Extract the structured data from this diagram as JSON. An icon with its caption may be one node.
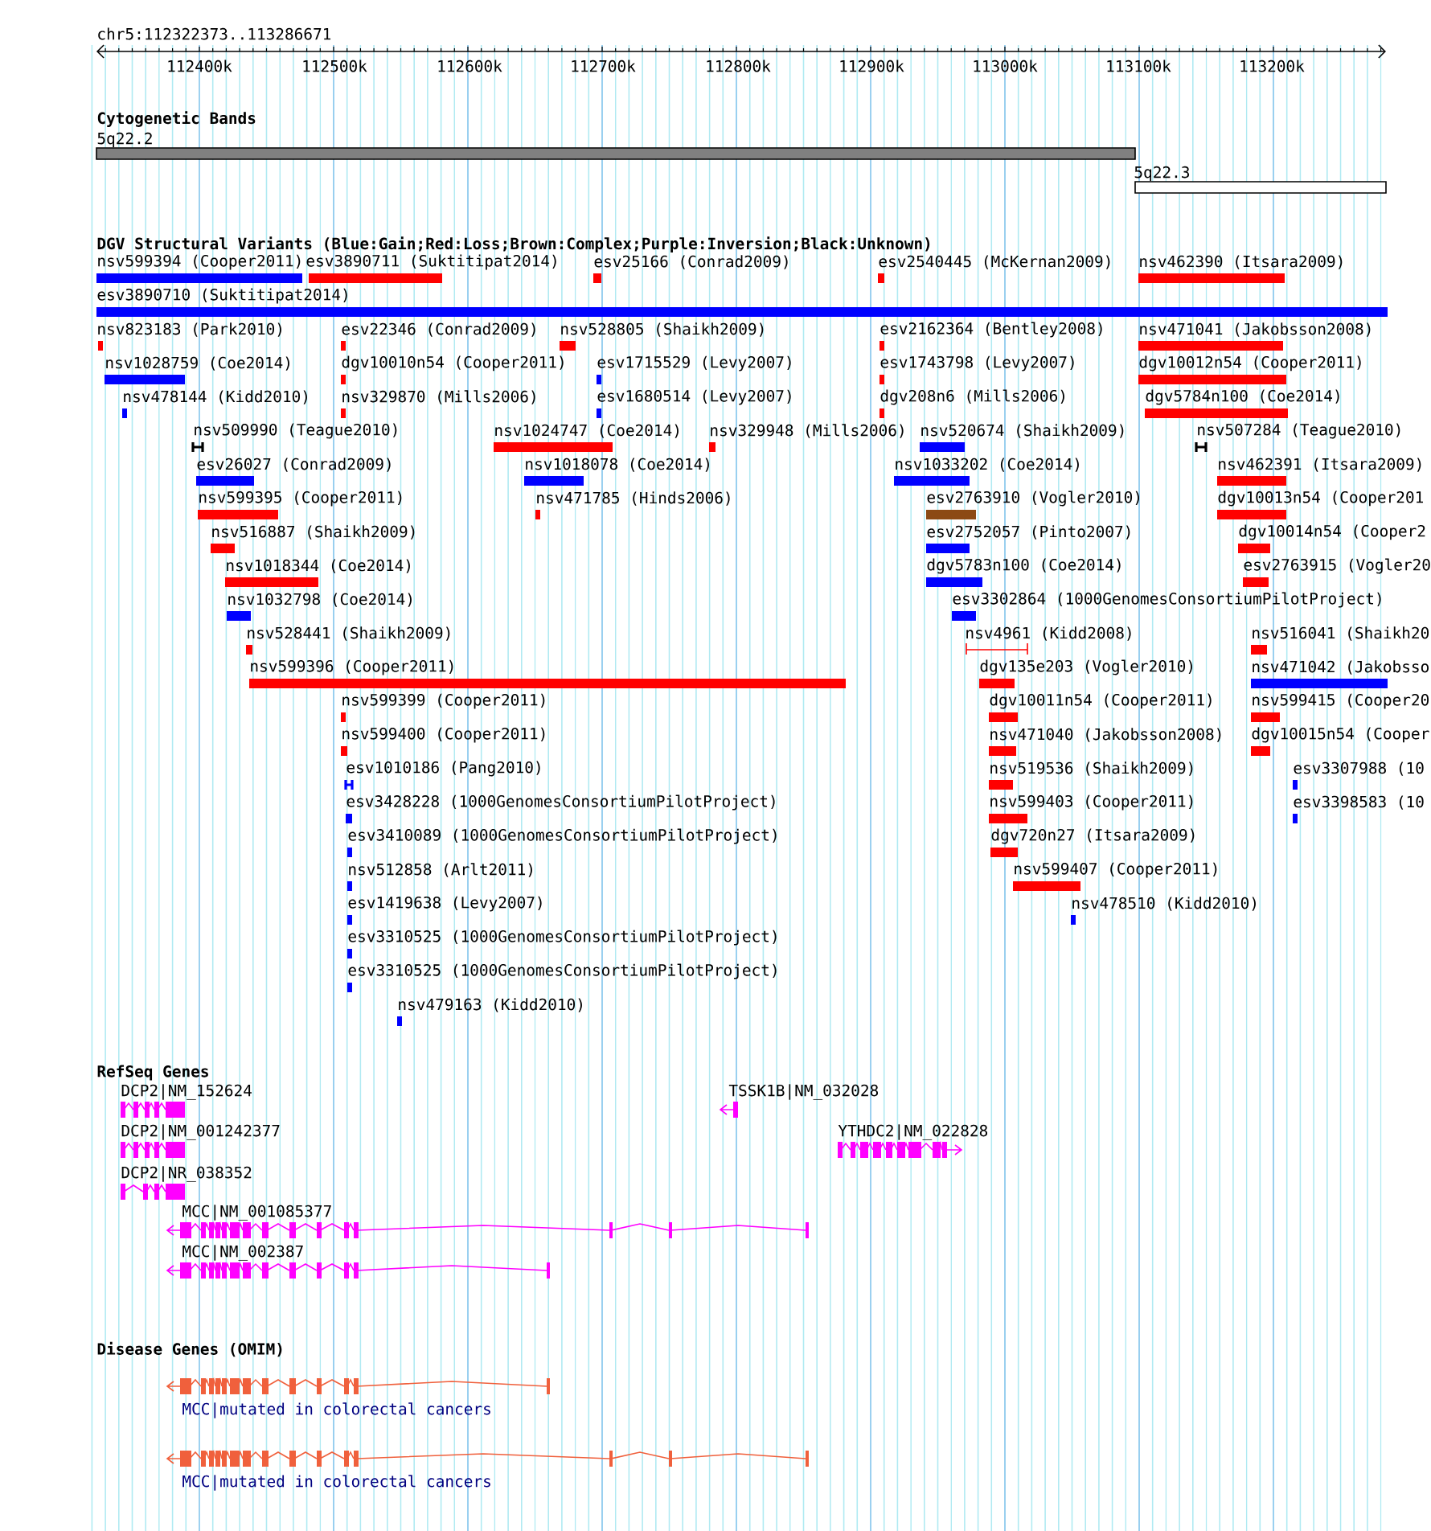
{
  "diagram": {
    "labels": [
      "chr5:112322373..113286671",
      "112400k",
      "112500k",
      "112600k",
      "112700k",
      "112800k",
      "112900k",
      "113000k",
      "113100k",
      "113200k",
      "Cytogenetic Bands",
      "5q22.2",
      "5q22.3",
      "DGV Structural Variants (Blue:Gain;Red:Loss;Brown:Complex;Purple:Inversion;Black:Unknown)",
      "nsv599394 (Cooper2011)",
      "esv3890711 (Suktitipat2014)",
      "esv25166 (Conrad2009)",
      "esv2540445 (McKernan2009)",
      "nsv462390 (Itsara2009)",
      "esv3890710 (Suktitipat2014)",
      "nsv823183 (Park2010)",
      "esv22346 (Conrad2009)",
      "nsv528805 (Shaikh2009)",
      "esv2162364 (Bentley2008)",
      "nsv471041 (Jakobsson2008)",
      "nsv1028759 (Coe2014)",
      "dgv10010n54 (Cooper2011)",
      "esv1715529 (Levy2007)",
      "esv1743798 (Levy2007)",
      "dgv10012n54 (Cooper2011)",
      "nsv478144 (Kidd2010)",
      "nsv329870 (Mills2006)",
      "esv1680514 (Levy2007)",
      "dgv208n6 (Mills2006)",
      "dgv5784n100 (Coe2014)",
      "nsv509990 (Teague2010)",
      "nsv1024747 (Coe2014)",
      "nsv329948 (Mills2006)",
      "nsv520674 (Shaikh2009)",
      "nsv507284 (Teague2010)",
      "esv26027 (Conrad2009)",
      "nsv1018078 (Coe2014)",
      "nsv1033202 (Coe2014)",
      "nsv462391 (Itsara2009)",
      "nsv599395 (Cooper2011)",
      "nsv471785 (Hinds2006)",
      "esv2763910 (Vogler2010)",
      "dgv10013n54 (Cooper201",
      "nsv516887 (Shaikh2009)",
      "esv2752057 (Pinto2007)",
      "dgv10014n54 (Cooper2",
      "nsv1018344 (Coe2014)",
      "dgv5783n100 (Coe2014)",
      "esv2763915 (Vogler20",
      "nsv1032798 (Coe2014)",
      "esv3302864 (1000GenomesConsortiumPilotProject)",
      "nsv528441 (Shaikh2009)",
      "nsv4961 (Kidd2008)",
      "nsv516041 (Shaikh20",
      "nsv599396 (Cooper2011)",
      "dgv135e203 (Vogler2010)",
      "nsv471042 (Jakobsso",
      "nsv599399 (Cooper2011)",
      "dgv10011n54 (Cooper2011)",
      "nsv599415 (Cooper20",
      "nsv599400 (Cooper2011)",
      "nsv471040 (Jakobsson2008)",
      "dgv10015n54 (Cooper",
      "esv1010186 (Pang2010)",
      "nsv519536 (Shaikh2009)",
      "esv3307988 (10",
      "esv3428228 (1000GenomesConsortiumPilotProject)",
      "nsv599403 (Cooper2011)",
      "esv3398583 (10",
      "esv3410089 (1000GenomesConsortiumPilotProject)",
      "dgv720n27 (Itsara2009)",
      "nsv512858 (Arlt2011)",
      "nsv599407 (Cooper2011)",
      "esv1419638 (Levy2007)",
      "nsv478510 (Kidd2010)",
      "esv3310525 (1000GenomesConsortiumPilotProject)",
      "esv3310525 (1000GenomesConsortiumPilotProject)",
      "nsv479163 (Kidd2010)",
      "RefSeq Genes",
      "DCP2|NM_152624",
      "TSSK1B|NM_032028",
      "DCP2|NM_001242377",
      "YTHDC2|NM_022828",
      "DCP2|NR_038352",
      "MCC|NM_001085377",
      "MCC|NM_002387",
      "Disease Genes (OMIM)",
      "MCC|mutated in colorectal cancers",
      "MCC|mutated in colorectal cancers"
    ]
  }
}
